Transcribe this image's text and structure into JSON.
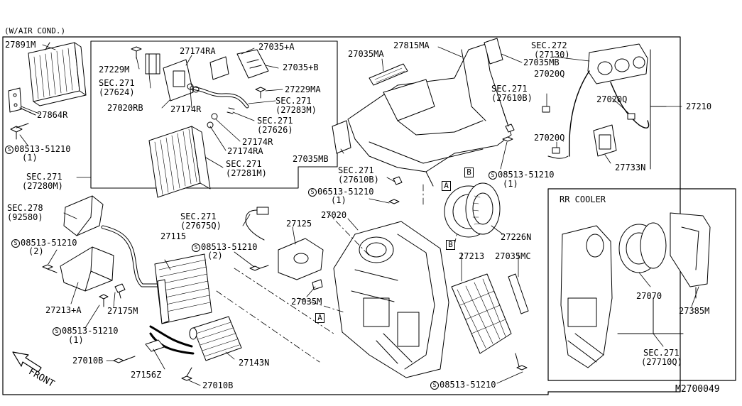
{
  "header": {
    "variant": "(W/AIR COND.)",
    "drawing_number": "M2700049"
  },
  "front_label": "FRONT",
  "inset": {
    "title": "RR COOLER"
  },
  "section_tags": {
    "a1": "A",
    "b1": "B",
    "a2": "A",
    "b2": "B"
  },
  "bolt_symbol": "S",
  "labels": {
    "p27891m": "27891M",
    "p27864r": "27864R",
    "b1_num": "08513-51210",
    "b1_qty": "(1)",
    "sec271_27280m_a": "SEC.271",
    "sec271_27280m_b": "(27280M)",
    "sec278_a": "SEC.278",
    "sec278_b": "(92580)",
    "b2_num": "08513-51210",
    "b2_qty": "(2)",
    "p27115": "27115",
    "p27213a": "27213+A",
    "p27175m": "27175M",
    "b3_num": "08513-51210",
    "b3_qty": "(1)",
    "p27010b_1": "27010B",
    "p27156z": "27156Z",
    "p27010b_2": "27010B",
    "p27143n": "27143N",
    "p27229m": "27229M",
    "sec271_27624_a": "SEC.271",
    "sec271_27624_b": "(27624)",
    "p27020rb": "27020RB",
    "p27174ra_1": "27174RA",
    "p27174r_1": "27174R",
    "p27035a": "27035+A",
    "p27035b": "27035+B",
    "p27229ma": "27229MA",
    "sec271_27283m_a": "SEC.271",
    "sec271_27283m_b": "(27283M)",
    "sec271_27626_a": "SEC.271",
    "sec271_27626_b": "(27626)",
    "p27174r_2": "27174R",
    "p27174ra_2": "27174RA",
    "sec271_27281m_a": "SEC.271",
    "sec271_27281m_b": "(27281M)",
    "sec271_27675q_a": "SEC.271",
    "sec271_27675q_b": "(27675Q)",
    "b4_num": "08513-51210",
    "b4_qty": "(2)",
    "p27125": "27125",
    "p27035m": "27035M",
    "p27020": "27020",
    "p27035ma": "27035MA",
    "p27815ma": "27815MA",
    "p27035mb_1": "27035MB",
    "p27035mb_2": "27035MB",
    "sec271_27610b_1a": "SEC.271",
    "sec271_27610b_1b": "(27610B)",
    "sec271_27610b_2a": "SEC.271",
    "sec271_27610b_2b": "(27610B)",
    "b5_num": "06513-51210",
    "b5_qty": "(1)",
    "b6_num": "08513-51210",
    "b6_qty": "(1)",
    "p27226n": "27226N",
    "p27213": "27213",
    "p27035mc": "27035MC",
    "b7_num": "08513-51210",
    "sec272_a": "SEC.272",
    "sec272_b": "(27130)",
    "p27020q_1": "27020Q",
    "p27020q_2": "27020Q",
    "p27020q_3": "27020Q",
    "p27733n": "27733N",
    "p27210": "27210",
    "p27070": "27070",
    "p27385m": "27385M",
    "sec271_27710q_a": "SEC.271",
    "sec271_27710q_b": "(27710Q)"
  }
}
